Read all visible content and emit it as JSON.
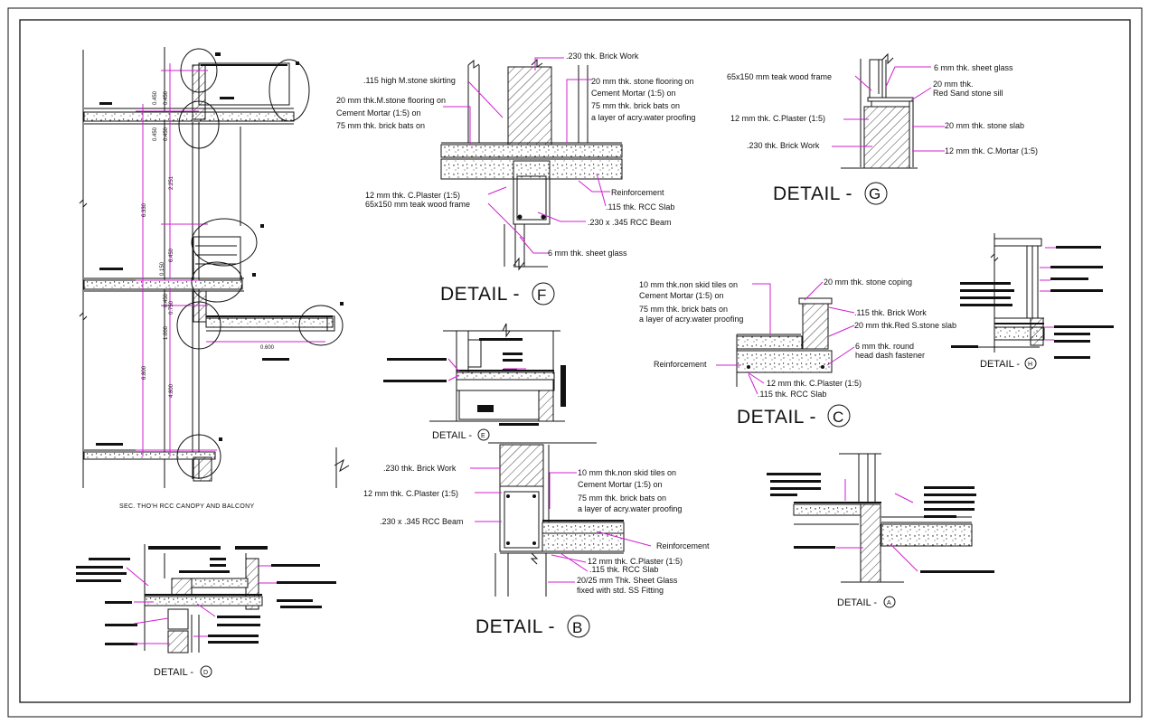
{
  "sheet": {
    "section_caption": "SEC. THO'H RCC CANOPY AND BALCONY",
    "dims": [
      "0.450",
      "0.450",
      "0.450",
      "0.450",
      "6.330",
      "6.450",
      "2.251",
      "0.150",
      "0.450",
      "0.750",
      "1.000",
      "6.800",
      "4.800",
      "0.600"
    ]
  },
  "detail_f": {
    "title": "DETAIL -",
    "letter": "F",
    "labels": {
      "brick_work": ".230 thk. Brick Work",
      "skirting": ".115 high M.stone skirting",
      "floor_l1": "20 mm thk.M.stone flooring on",
      "floor_l2": "Cement Mortar (1:5) on",
      "floor_l3": "75 mm thk. brick bats on",
      "floor_r1": "20 mm thk. stone flooring on",
      "floor_r2": "Cement Mortar (1:5) on",
      "floor_r3": "75 mm thk. brick bats on",
      "floor_r4": "a layer of acry.water proofing",
      "plaster": "12 mm thk. C.Plaster (1:5)",
      "frame": "65x150 mm teak wood frame",
      "reinforcement": "Reinforcement",
      "slab": ".115 thk. RCC Slab",
      "beam": ".230 x .345 RCC Beam",
      "glass": "6 mm thk. sheet glass"
    }
  },
  "detail_g": {
    "title": "DETAIL -",
    "letter": "G",
    "labels": {
      "frame": "65x150 mm teak wood frame",
      "glass": "6 mm thk. sheet glass",
      "sill_l1": "20 mm thk.",
      "sill_l2": "Red Sand stone sill",
      "plaster": "12 mm thk. C.Plaster (1:5)",
      "slab": "20 mm thk. stone slab",
      "brick": ".230 thk. Brick Work",
      "mortar": "12 mm thk. C.Mortar (1:5)"
    }
  },
  "detail_c": {
    "title": "DETAIL -",
    "letter": "C",
    "labels": {
      "tiles_l1": "10 mm thk.non skid tiles on",
      "tiles_l2": "Cement Mortar (1:5) on",
      "tiles_l3": "75 mm thk. brick bats on",
      "tiles_l4": "a layer of acry.water proofing",
      "coping": "20 mm thk. stone coping",
      "brick": ".115 thk. Brick Work",
      "slab": "20 mm thk.Red S.stone slab",
      "fastener_l1": "6 mm thk. round",
      "fastener_l2": "head dash fastener",
      "reinforcement": "Reinforcement",
      "plaster": "12 mm thk. C.Plaster (1:5)",
      "rcc": ".115 thk. RCC Slab"
    }
  },
  "detail_h": {
    "title": "DETAIL -",
    "letter": "H"
  },
  "detail_e": {
    "title": "DETAIL -",
    "letter": "E"
  },
  "detail_b": {
    "title": "DETAIL -",
    "letter": "B",
    "labels": {
      "brick": ".230 thk. Brick Work",
      "plaster_l": "12 mm thk. C.Plaster (1:5)",
      "beam": ".230 x .345 RCC Beam",
      "tiles_l1": "10 mm thk.non skid tiles on",
      "tiles_l2": "Cement Mortar (1:5) on",
      "tiles_l3": "75 mm thk. brick bats on",
      "tiles_l4": "a layer of acry.water proofing",
      "reinforcement": "Reinforcement",
      "plaster_r": "12 mm thk. C.Plaster (1:5)",
      "slab": ".115 thk. RCC Slab",
      "glass_l1": "20/25 mm Thk. Sheet Glass",
      "glass_l2": "fixed with std. SS Fitting"
    }
  },
  "detail_a": {
    "title": "DETAIL -",
    "letter": "A"
  },
  "detail_d": {
    "title": "DETAIL -",
    "letter": "D"
  }
}
